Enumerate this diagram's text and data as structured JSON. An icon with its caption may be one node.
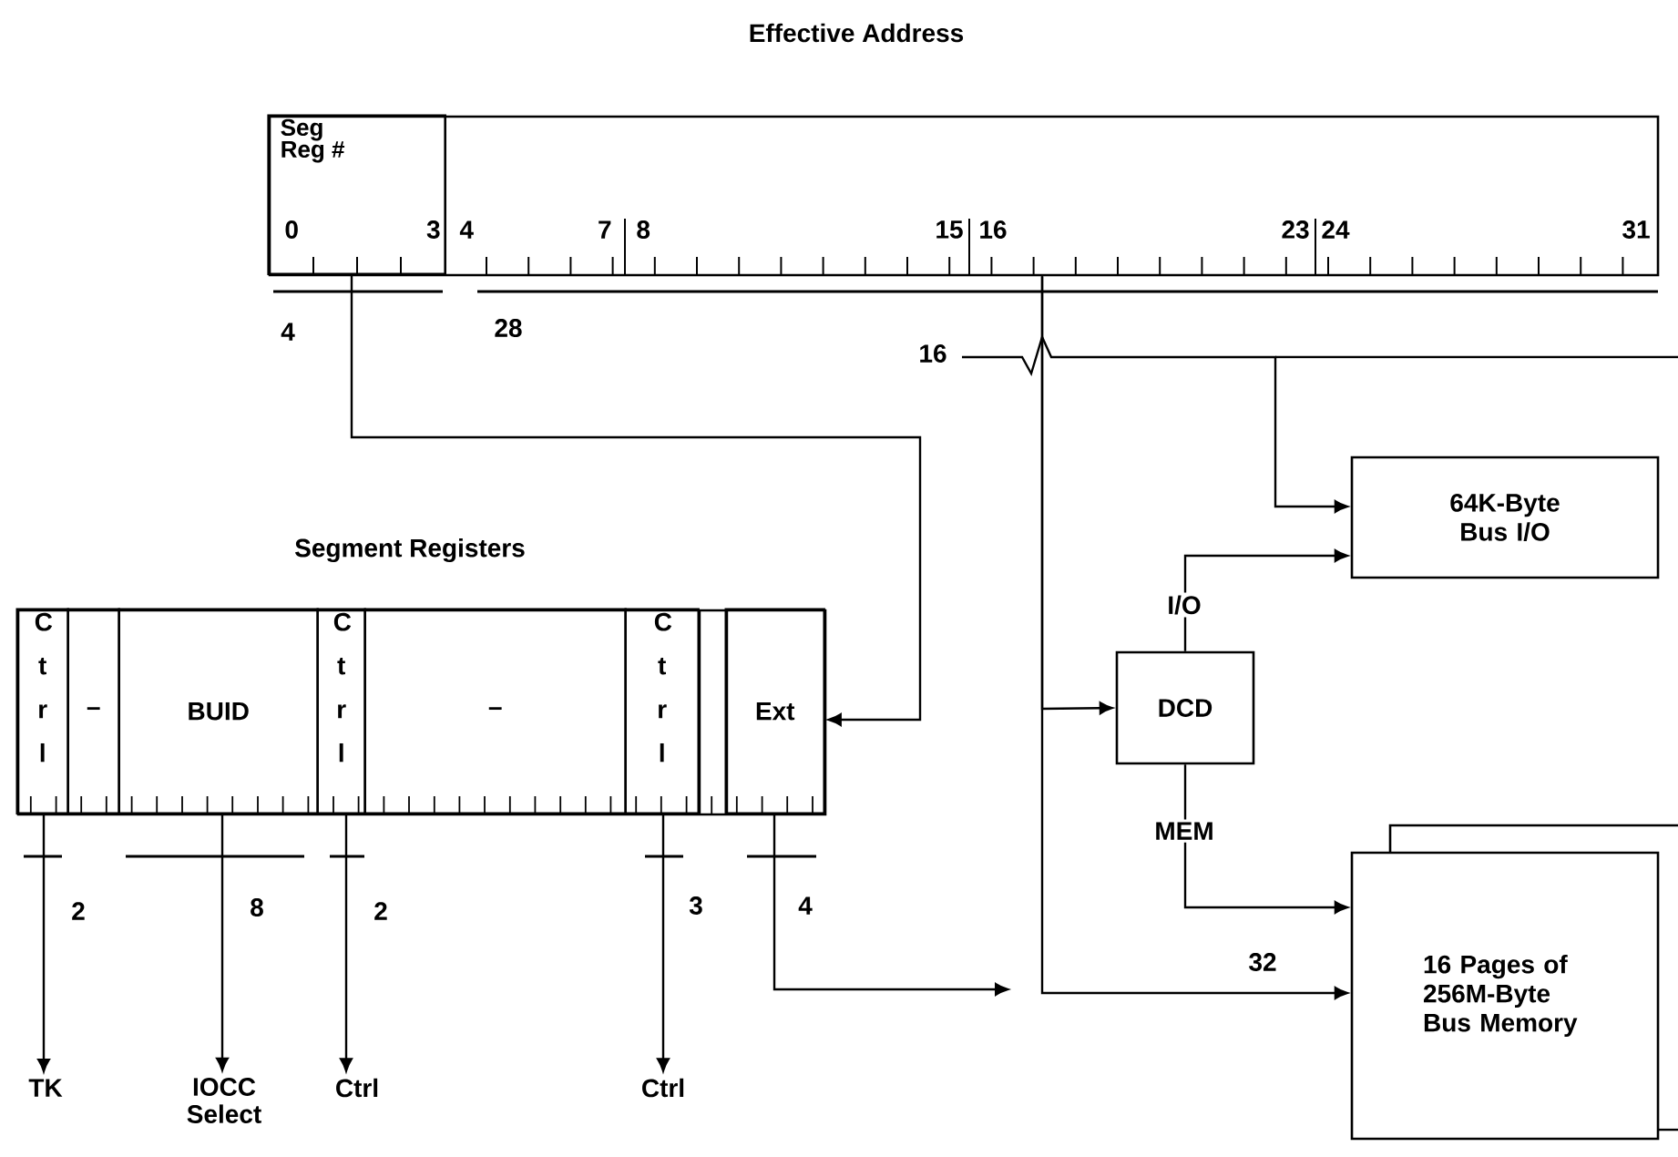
{
  "diagram": {
    "nodes": [
      {
        "text": [
          "Effective Address"
        ]
      },
      {
        "text": [
          "Seg Reg #"
        ],
        "in": 0
      },
      {
        "text": [
          "Segment Registers"
        ]
      },
      {
        "text": [
          "C t r l"
        ],
        "in": 2
      },
      {
        "text": [
          "–"
        ],
        "in": 2
      },
      {
        "text": [
          "BUID"
        ],
        "in": 2
      },
      {
        "text": [
          "C t r l"
        ],
        "in": 2
      },
      {
        "text": [
          "–"
        ],
        "in": 2
      },
      {
        "text": [
          "C t r l"
        ],
        "in": 2
      },
      {
        "text": [
          "Ext"
        ],
        "in": 2
      },
      {
        "text": [
          "64K-Byte Bus I/O"
        ]
      },
      {
        "text": [
          "DCD"
        ]
      },
      {
        "text": [
          "16 Pages of 256M-Byte Bus Memory"
        ]
      },
      {
        "text": [
          "TK"
        ]
      },
      {
        "text": [
          "IOCC Select"
        ]
      },
      {
        "text": [
          "Ctrl"
        ]
      },
      {
        "text": [
          "Ctrl"
        ]
      }
    ],
    "edges": [
      {
        "from": 1,
        "to": 9,
        "arrow": "to",
        "label": "4"
      },
      {
        "from": null,
        "to": 10,
        "arrow": "to",
        "label": "16"
      },
      {
        "from": 11,
        "to": 10,
        "arrow": "to",
        "label": "I/O"
      },
      {
        "from": 0,
        "to": 11,
        "arrow": "to"
      },
      {
        "from": 11,
        "to": 12,
        "arrow": "to",
        "label": "MEM"
      },
      {
        "from": 0,
        "to": 12,
        "arrow": "to",
        "label": "32"
      },
      {
        "from": 9,
        "to": null,
        "arrow": "to",
        "label": "4"
      },
      {
        "from": 3,
        "to": 13,
        "arrow": "to",
        "label": "2"
      },
      {
        "from": 5,
        "to": 14,
        "arrow": "to",
        "label": "8"
      },
      {
        "from": 6,
        "to": 15,
        "arrow": "to",
        "label": "2"
      },
      {
        "from": 8,
        "to": 16,
        "arrow": "to",
        "label": "3"
      }
    ],
    "labels": [
      "0",
      "3",
      "4",
      "7",
      "8",
      "15",
      "16",
      "23",
      "24",
      "31",
      "28"
    ]
  }
}
